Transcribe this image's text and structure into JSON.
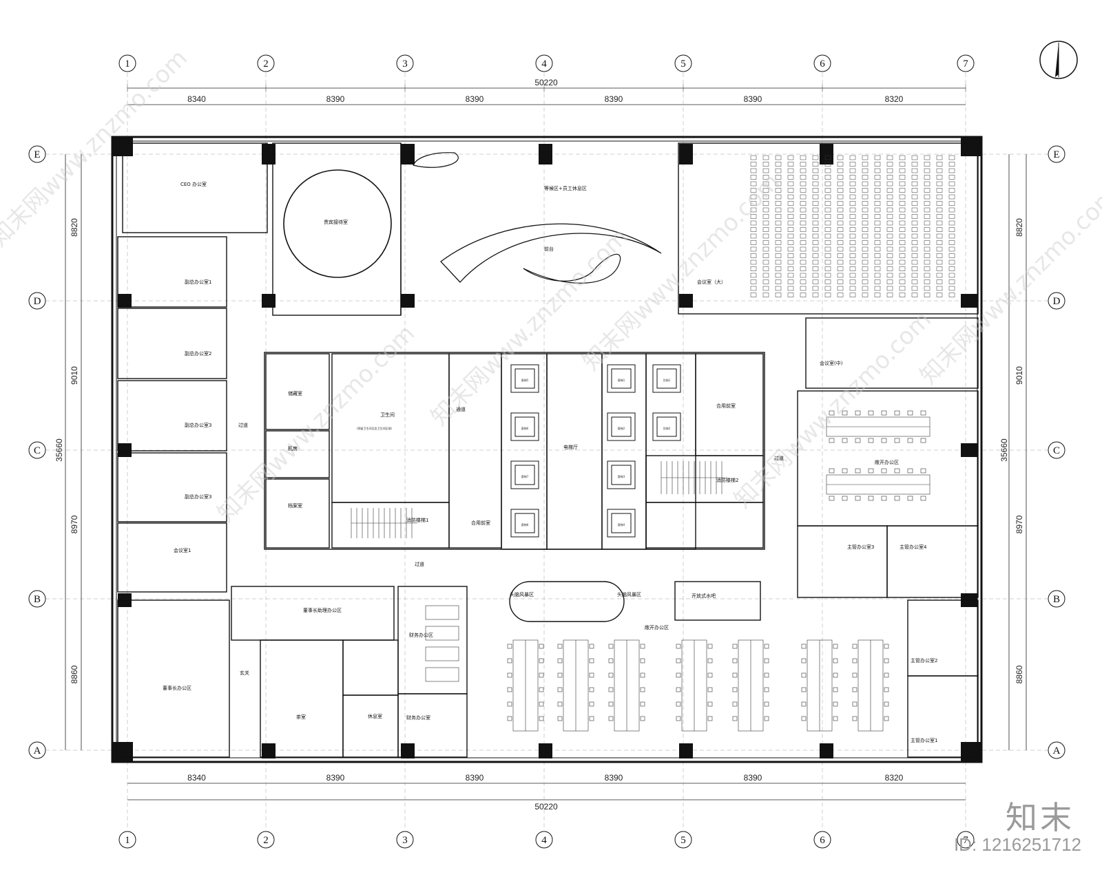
{
  "axes_columns": [
    "1",
    "2",
    "3",
    "4",
    "5",
    "6",
    "7"
  ],
  "axes_rows": [
    "E",
    "D",
    "C",
    "B",
    "A"
  ],
  "dims_top": [
    "8340",
    "8390",
    "8390",
    "8390",
    "8390",
    "8320"
  ],
  "total_width": "50220",
  "dims_left": [
    "8820",
    "9010",
    "8970",
    "8860"
  ],
  "total_height": "35660",
  "rooms": {
    "ceo_office": "CEO 办公室",
    "vip_reception": "贵宾接待室",
    "waiting_area": "等候区+员工休息区",
    "reception": "前台",
    "meeting_large": "会议室（大）",
    "vp_office_1": "副总办公室1",
    "vp_office_2": "副总办公室2",
    "vp_office_3a": "副总办公室3",
    "vp_office_3b": "副总办公室3",
    "meeting_1": "会议室1",
    "storage": "储藏室",
    "machine_room": "机房",
    "archive": "档案室",
    "toilet": "卫生间",
    "toilet_note": "(预留卫生间及女卫生间区域)",
    "passage_1": "通道",
    "stairs_1": "消防楼梯1",
    "anteroom_1": "合用前室",
    "elevator_hall": "电梯厅",
    "elevators_left": [
      "客梯5",
      "客梯6",
      "客梯7",
      "客梯8"
    ],
    "elevators_mid": [
      "客梯1",
      "客梯2",
      "客梯3",
      "客梯4"
    ],
    "elevators_right": [
      "货梯1",
      "货梯2"
    ],
    "anteroom_2": "合用前室",
    "stairs_2": "消防楼梯2",
    "corridor_left": "过道",
    "corridor_right": "过道",
    "corridor_mid": "过道",
    "meeting_mid": "会议室(中)",
    "open_office_right": "敞开办公区",
    "manager_3": "主管办公室3",
    "manager_4": "主管办公室4",
    "chairman_assistant": "董事长助理办公区",
    "chairman_office": "董事长办公区",
    "lobby": "玄关",
    "tea_area": "茶室",
    "rest_room": "休息室",
    "finance_area": "财务办公区",
    "finance_office": "财务办公室",
    "brainstorm_1": "头脑风暴区",
    "brainstorm_2": "头脑风暴区",
    "open_office_main": "敞开办公区",
    "open_bar": "开放式水吧",
    "manager_2": "主管办公室2",
    "manager_1": "主管办公室1"
  },
  "watermark": "知末网www.znzmo.com",
  "brand": "知末",
  "brand_id": "ID: 1216251712"
}
